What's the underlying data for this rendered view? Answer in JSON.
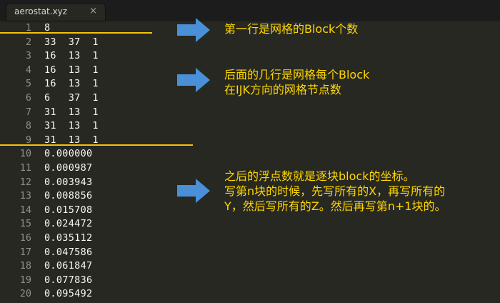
{
  "tab": {
    "title": "aerostat.xyz",
    "close_glyph": "×"
  },
  "lines": [
    {
      "n": "1",
      "text": "8"
    },
    {
      "n": "2",
      "text": "33  37  1"
    },
    {
      "n": "3",
      "text": "16  13  1"
    },
    {
      "n": "4",
      "text": "16  13  1"
    },
    {
      "n": "5",
      "text": "16  13  1"
    },
    {
      "n": "6",
      "text": "6   37  1"
    },
    {
      "n": "7",
      "text": "31  13  1"
    },
    {
      "n": "8",
      "text": "31  13  1"
    },
    {
      "n": "9",
      "text": "31  13  1"
    },
    {
      "n": "10",
      "text": "0.000000"
    },
    {
      "n": "11",
      "text": "0.000987"
    },
    {
      "n": "12",
      "text": "0.003943"
    },
    {
      "n": "13",
      "text": "0.008856"
    },
    {
      "n": "14",
      "text": "0.015708"
    },
    {
      "n": "15",
      "text": "0.024472"
    },
    {
      "n": "16",
      "text": "0.035112"
    },
    {
      "n": "17",
      "text": "0.047586"
    },
    {
      "n": "18",
      "text": "0.061847"
    },
    {
      "n": "19",
      "text": "0.077836"
    },
    {
      "n": "20",
      "text": "0.095492"
    }
  ],
  "annotations": {
    "note1": "第一行是网格的Block个数",
    "note2_line1": "后面的几行是网格每个Block",
    "note2_line2": "在IJK方向的网格节点数",
    "note3_line1": "之后的浮点数就是逐块block的坐标。",
    "note3_line2": "写第n块的时候，先写所有的X，再写所有的",
    "note3_line3": "Y，然后写所有的Z。然后再写第n+1块的。"
  },
  "colors": {
    "background": "#272822",
    "separator": "#f4c20d",
    "arrow": "#4a90d9",
    "annotation_text": "#ffd700"
  },
  "icons": {
    "arrow": "arrow-right-icon",
    "close": "close-icon"
  }
}
